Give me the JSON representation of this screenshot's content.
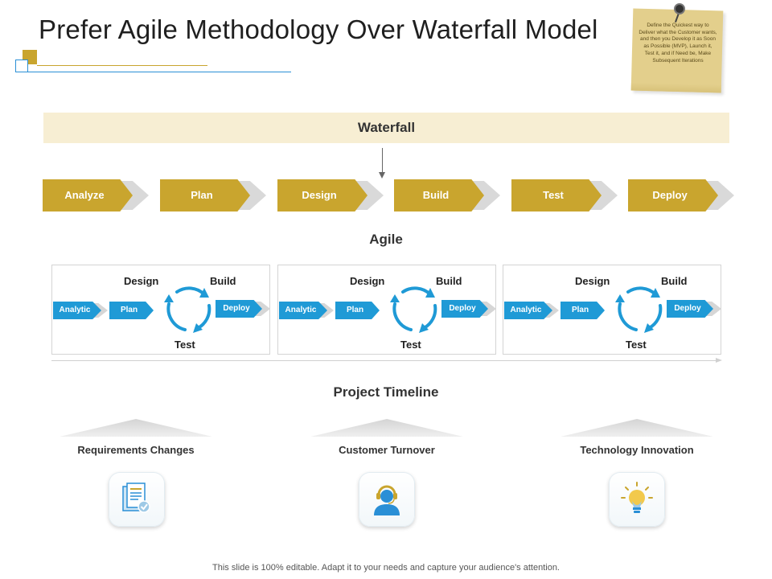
{
  "slide": {
    "title": "Prefer Agile Methodology Over Waterfall Model",
    "note": "Define the Quickest way to Deliver what the Customer wants, and then you Develop it as Soon as Possible (MVP), Launch it, Test it, and if Need be, Make Subsequent Iterations",
    "footer": "This slide is 100% editable. Adapt it to your needs and capture your audience's attention."
  },
  "waterfall": {
    "label": "Waterfall",
    "steps": [
      "Analyze",
      "Plan",
      "Design",
      "Build",
      "Test",
      "Deploy"
    ]
  },
  "agile": {
    "label": "Agile",
    "iterations": [
      {
        "analytic": "Analytic",
        "plan": "Plan",
        "design": "Design",
        "build": "Build",
        "test": "Test",
        "deploy": "Deploy"
      },
      {
        "analytic": "Analytic",
        "plan": "Plan",
        "design": "Design",
        "build": "Build",
        "test": "Test",
        "deploy": "Deploy"
      },
      {
        "analytic": "Analytic",
        "plan": "Plan",
        "design": "Design",
        "build": "Build",
        "test": "Test",
        "deploy": "Deploy"
      }
    ]
  },
  "timeline": {
    "label": "Project Timeline",
    "items": [
      {
        "label": "Requirements Changes",
        "icon": "document-check-icon"
      },
      {
        "label": "Customer Turnover",
        "icon": "customer-support-icon"
      },
      {
        "label": "Technology Innovation",
        "icon": "lightbulb-icon"
      }
    ]
  },
  "colors": {
    "gold": "#c9a52e",
    "blue": "#1f9ad6",
    "banner": "#f7eed3",
    "grey": "#d9d9d9"
  }
}
